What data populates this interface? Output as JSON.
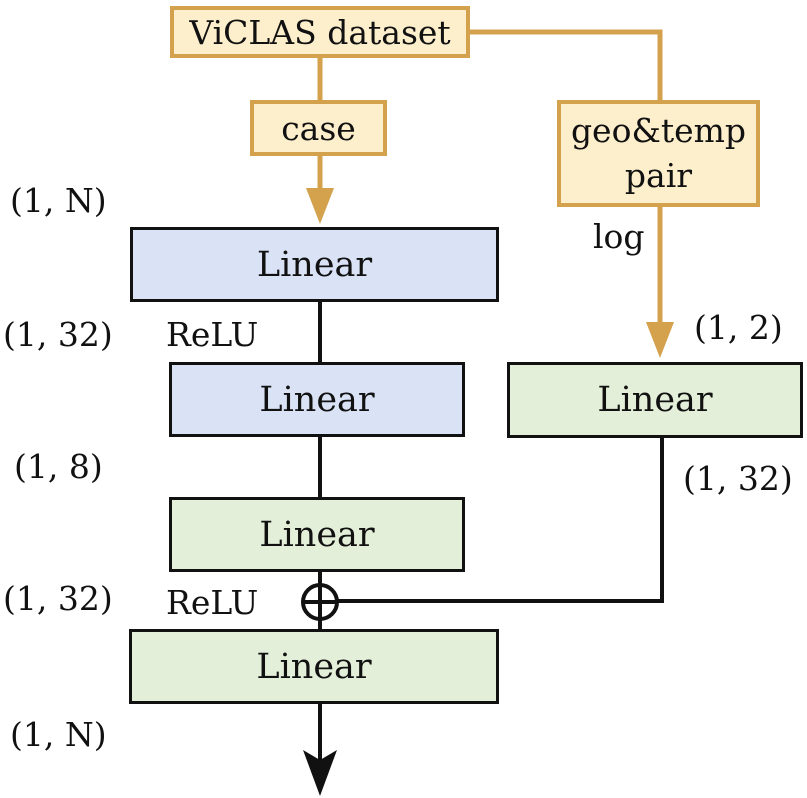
{
  "nodes": {
    "dataset": "ViCLAS dataset",
    "case": "case",
    "geo_line1": "geo&temp",
    "geo_line2": "pair",
    "linear1": "Linear",
    "linear2": "Linear",
    "linear3": "Linear",
    "linear4": "Linear",
    "linear_right": "Linear"
  },
  "labels": {
    "shape_in": "(1, N)",
    "shape_32_a": "(1, 32)",
    "shape_8": "(1, 8)",
    "shape_32_b": "(1, 32)",
    "shape_out": "(1, N)",
    "shape_2": "(1, 2)",
    "shape_32_right": "(1, 32)",
    "relu_1": "ReLU",
    "relu_2": "ReLU",
    "log": "log"
  },
  "colors": {
    "source_fill": "#fdefcc",
    "source_stroke": "#d4a24c",
    "blue_fill": "#d9e3f5",
    "green_fill": "#e4efd9",
    "line": "#111111"
  }
}
